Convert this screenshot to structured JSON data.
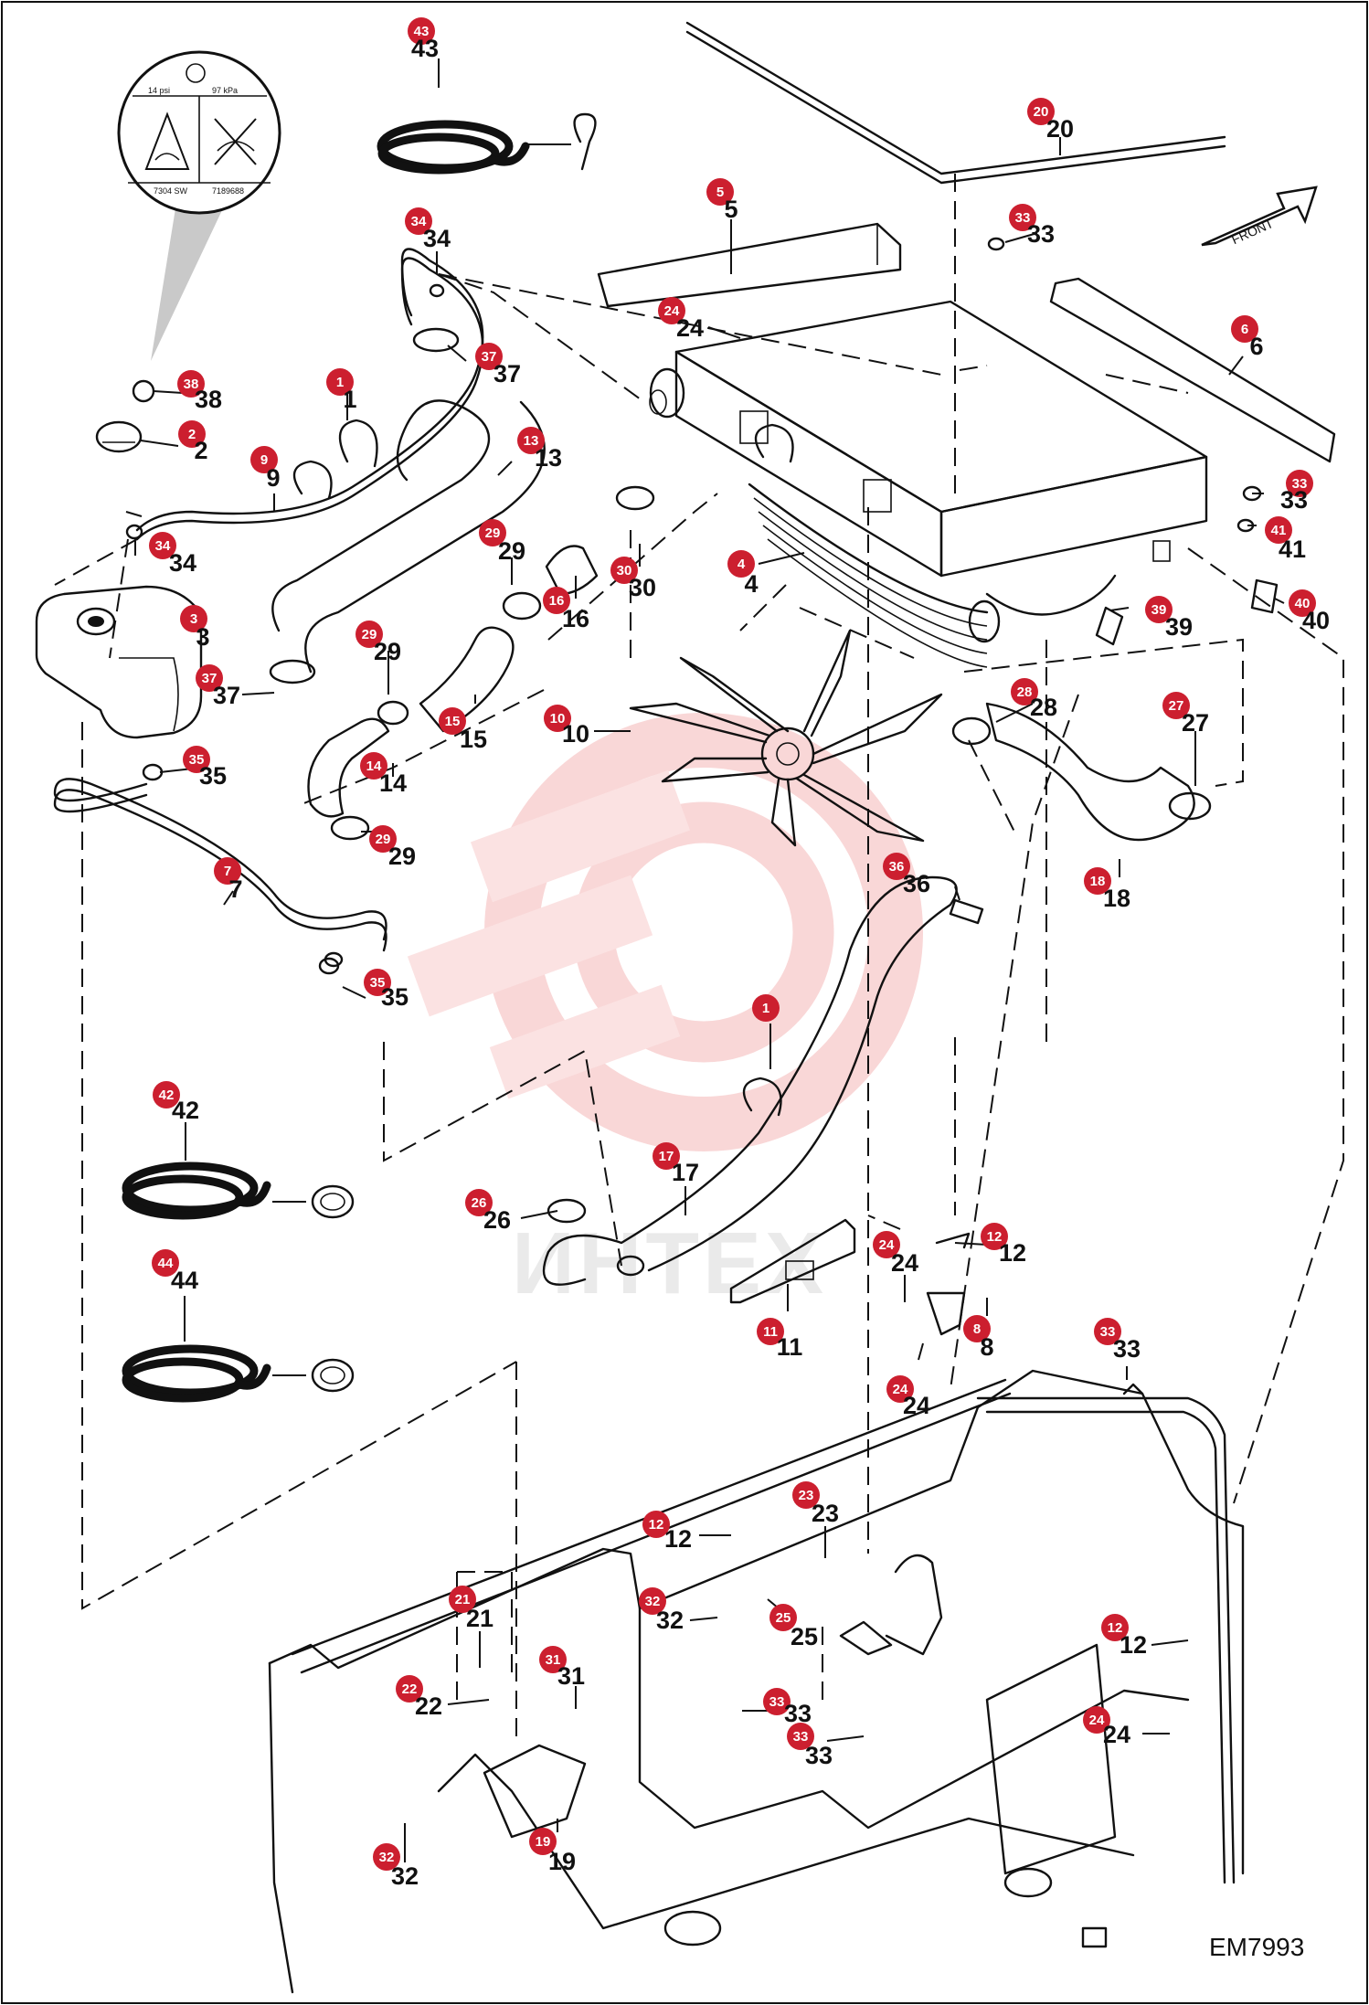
{
  "diagram_code": "EM7993",
  "front_label": "FRONT",
  "watermark": "ИНТЕХ",
  "decal": {
    "line1_left": "14 psi",
    "line1_right": "97 kPa",
    "line2_left": "7304 SW",
    "line2_right": "7189688"
  },
  "callouts": [
    {
      "id": "c43",
      "n": "43"
    },
    {
      "id": "c20",
      "n": "20"
    },
    {
      "id": "c5",
      "n": "5"
    },
    {
      "id": "c33a",
      "n": "33"
    },
    {
      "id": "c34a",
      "n": "34"
    },
    {
      "id": "c24a",
      "n": "24"
    },
    {
      "id": "c37a",
      "n": "37"
    },
    {
      "id": "c6",
      "n": "6"
    },
    {
      "id": "c38",
      "n": "38"
    },
    {
      "id": "c1a",
      "n": "1"
    },
    {
      "id": "c2",
      "n": "2"
    },
    {
      "id": "c9",
      "n": "9"
    },
    {
      "id": "c13",
      "n": "13"
    },
    {
      "id": "c33b",
      "n": "33"
    },
    {
      "id": "c34b",
      "n": "34"
    },
    {
      "id": "c29a",
      "n": "29"
    },
    {
      "id": "c41",
      "n": "41"
    },
    {
      "id": "c4",
      "n": "4"
    },
    {
      "id": "c30",
      "n": "30"
    },
    {
      "id": "c40",
      "n": "40"
    },
    {
      "id": "c3",
      "n": "3"
    },
    {
      "id": "c16",
      "n": "16"
    },
    {
      "id": "c39",
      "n": "39"
    },
    {
      "id": "c29b",
      "n": "29"
    },
    {
      "id": "c37b",
      "n": "37"
    },
    {
      "id": "c28",
      "n": "28"
    },
    {
      "id": "c27",
      "n": "27"
    },
    {
      "id": "c10",
      "n": "10"
    },
    {
      "id": "c15",
      "n": "15"
    },
    {
      "id": "c35a",
      "n": "35"
    },
    {
      "id": "c14",
      "n": "14"
    },
    {
      "id": "c29c",
      "n": "29"
    },
    {
      "id": "c7",
      "n": "7"
    },
    {
      "id": "c36",
      "n": "36"
    },
    {
      "id": "c18",
      "n": "18"
    },
    {
      "id": "c35b",
      "n": "35"
    },
    {
      "id": "c1b",
      "n": "1"
    },
    {
      "id": "c42",
      "n": "42"
    },
    {
      "id": "c17",
      "n": "17"
    },
    {
      "id": "c26",
      "n": "26"
    },
    {
      "id": "c12a",
      "n": "12"
    },
    {
      "id": "c24b",
      "n": "24"
    },
    {
      "id": "c44",
      "n": "44"
    },
    {
      "id": "c11",
      "n": "11"
    },
    {
      "id": "c8",
      "n": "8"
    },
    {
      "id": "c33c",
      "n": "33"
    },
    {
      "id": "c24c",
      "n": "24"
    },
    {
      "id": "c23",
      "n": "23"
    },
    {
      "id": "c12b",
      "n": "12"
    },
    {
      "id": "c32a",
      "n": "32"
    },
    {
      "id": "c25",
      "n": "25"
    },
    {
      "id": "c21",
      "n": "21"
    },
    {
      "id": "c12c",
      "n": "12"
    },
    {
      "id": "c31",
      "n": "31"
    },
    {
      "id": "c22",
      "n": "22"
    },
    {
      "id": "c33d",
      "n": "33"
    },
    {
      "id": "c24d",
      "n": "24"
    },
    {
      "id": "c33e",
      "n": "33"
    },
    {
      "id": "c19",
      "n": "19"
    },
    {
      "id": "c32b",
      "n": "32"
    }
  ]
}
